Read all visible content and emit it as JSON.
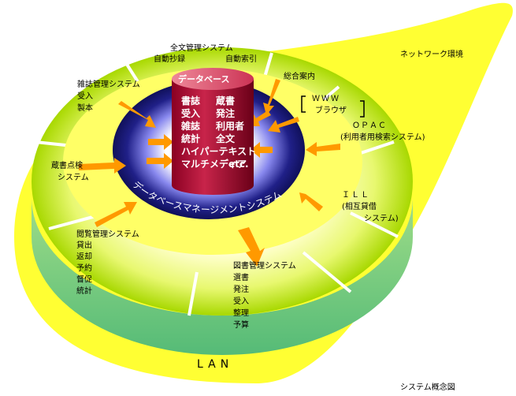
{
  "labels": {
    "network_env": "ネットワーク環境",
    "lan": "LAN",
    "caption": "システム概念図",
    "database": "データベース",
    "dbms": "データベースマネージメントシステム",
    "www_line1": "ＷＷＷ",
    "www_line2": "ブラウザ",
    "fulltext_l1": "全文管理システム",
    "fulltext_l2a": "自動抄録",
    "fulltext_l2b": "自動索引",
    "guide": "総合案内",
    "opac_l1": "ＯＰＡＣ",
    "opac_l2": "(利用者用検索システム)",
    "ill_l1": "ＩＬＬ",
    "ill_l2": "(相互貸借",
    "ill_l3": "システム)",
    "books_l1": "図書管理システム",
    "books_items": [
      "選書",
      "発注",
      "受入",
      "整理",
      "予算"
    ],
    "circ_l1": "閲覧管理システム",
    "circ_items": [
      "貸出",
      "返却",
      "予約",
      "督促",
      "統計"
    ],
    "inventory_l1": "蔵書点検",
    "inventory_l2": "システム",
    "serials_l1": "雑誌管理システム",
    "serials_items": [
      "受入",
      "製本"
    ]
  },
  "db_rows": [
    [
      "書誌",
      "蔵書"
    ],
    [
      "受入",
      "発注"
    ],
    [
      "雑誌",
      "利用者"
    ],
    [
      "統計",
      "全文"
    ],
    [
      "ハイパーテキスト",
      ""
    ],
    [
      "マルチメディア",
      "etc."
    ]
  ],
  "colors": {
    "yellow": "#ffff33",
    "ring_green": "#b8e000",
    "ring_side": "#88cc66",
    "dbms_navy": "#151566",
    "cylinder": "#b0103a",
    "arrow": "#ff9900"
  }
}
